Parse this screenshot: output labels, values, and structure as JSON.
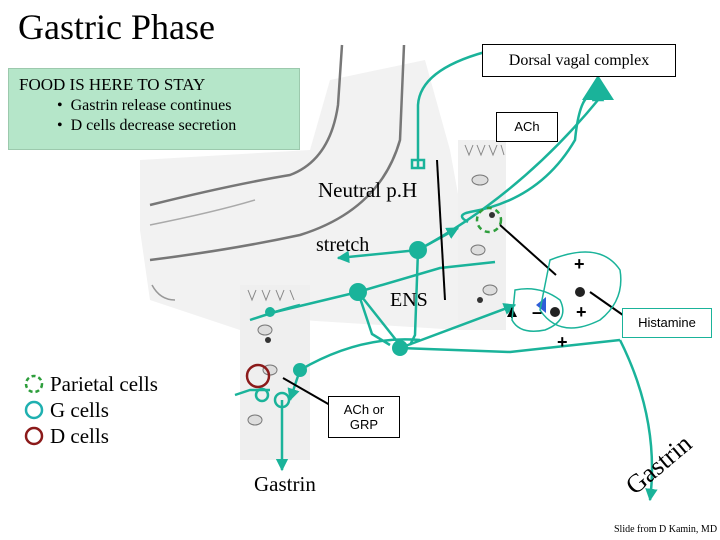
{
  "slide_title": "Gastric Phase",
  "info_box": {
    "heading": "FOOD IS HERE TO STAY",
    "bullets": [
      "Gastrin release continues",
      "D cells decrease secretion"
    ],
    "bg_color": "#b5e6c9"
  },
  "labels": {
    "dorsal_vagal": "Dorsal vagal complex",
    "ach": "ACh",
    "neutral_ph": "Neutral p.H",
    "stretch": "stretch",
    "ens": "ENS",
    "histamine": "Histamine",
    "ach_grp_line1": "ACh or",
    "ach_grp_line2": "GRP",
    "gastrin_left": "Gastrin",
    "gastrin_right": "Gastrin",
    "credit": "Slide from D Kamin, MD"
  },
  "signs": {
    "plus_top": "+",
    "minus": "–",
    "plus_mid": "+",
    "plus_low": "+"
  },
  "legend": [
    {
      "label": "Parietal cells",
      "icon": "dashed-green-circle"
    },
    {
      "label": "G cells",
      "icon": "teal-circle"
    },
    {
      "label": "D cells",
      "icon": "dark-red-circle"
    }
  ],
  "colors": {
    "pathway": "#1ab39a",
    "legend_parietal": "#2e9e3c",
    "legend_g": "#1fb0b0",
    "legend_d": "#8b1a1a"
  }
}
